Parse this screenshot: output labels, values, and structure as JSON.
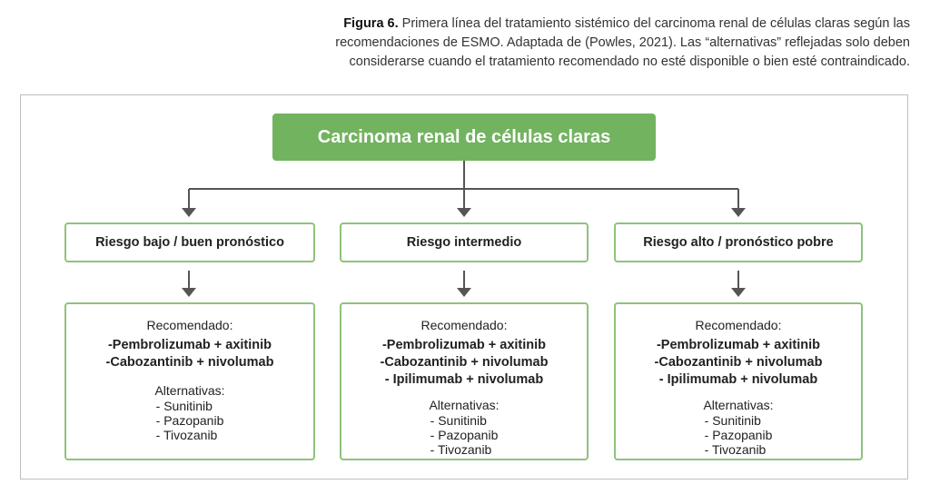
{
  "caption": {
    "label": "Figura 6.",
    "text": "Primera línea del tratamiento sistémico del carcinoma renal de células claras según las recomendaciones de ESMO. Adaptada de (Powles, 2021). Las “alternativas” reflejadas solo deben considerarse cuando el tratamiento recomendado no esté disponible o bien esté contraindicado."
  },
  "diagram": {
    "title": "Carcinoma renal de células claras",
    "colors": {
      "main_fill": "#72b35f",
      "box_border": "#8fc27d",
      "connector": "#555555"
    },
    "columns": [
      {
        "risk": "Riesgo bajo / buen pronóstico",
        "recommended_label": "Recomendado:",
        "recommended": [
          "-Pembrolizumab + axitinib",
          "-Cabozantinib + nivolumab"
        ],
        "alternatives_label": "Alternativas:",
        "alternatives": [
          "- Sunitinib",
          "- Pazopanib",
          "- Tivozanib"
        ]
      },
      {
        "risk": "Riesgo intermedio",
        "recommended_label": "Recomendado:",
        "recommended": [
          "-Pembrolizumab + axitinib",
          "-Cabozantinib + nivolumab",
          "- Ipilimumab + nivolumab"
        ],
        "alternatives_label": "Alternativas:",
        "alternatives": [
          "- Sunitinib",
          "- Pazopanib",
          "- Tivozanib"
        ]
      },
      {
        "risk": "Riesgo alto / pronóstico pobre",
        "recommended_label": "Recomendado:",
        "recommended": [
          "-Pembrolizumab + axitinib",
          "-Cabozantinib + nivolumab",
          "- Ipilimumab + nivolumab"
        ],
        "alternatives_label": "Alternativas:",
        "alternatives": [
          "- Sunitinib",
          "- Pazopanib",
          "- Tivozanib"
        ]
      }
    ]
  }
}
